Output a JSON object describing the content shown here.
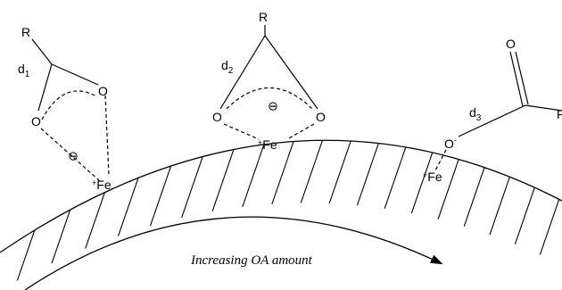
{
  "structures": [
    {
      "id": "d1",
      "label_letter": "d",
      "label_index": "1",
      "r_group": "R",
      "oxygen_left": "O",
      "oxygen_right": "O",
      "iron": "Fe",
      "iron_charge": "+",
      "anion_charge": "⊖"
    },
    {
      "id": "d2",
      "label_letter": "d",
      "label_index": "2",
      "r_group": "R",
      "oxygen_left": "O",
      "oxygen_right": "O",
      "iron": "Fe",
      "iron_charge": "+",
      "anion_charge": "⊖"
    },
    {
      "id": "d3",
      "label_letter": "d",
      "label_index": "3",
      "r_group": "R",
      "oxygen_carbonyl": "O",
      "oxygen_single": "O",
      "oxygen_charge": "-",
      "iron": "Fe",
      "iron_charge": "+"
    }
  ],
  "caption": "Increasing OA amount"
}
